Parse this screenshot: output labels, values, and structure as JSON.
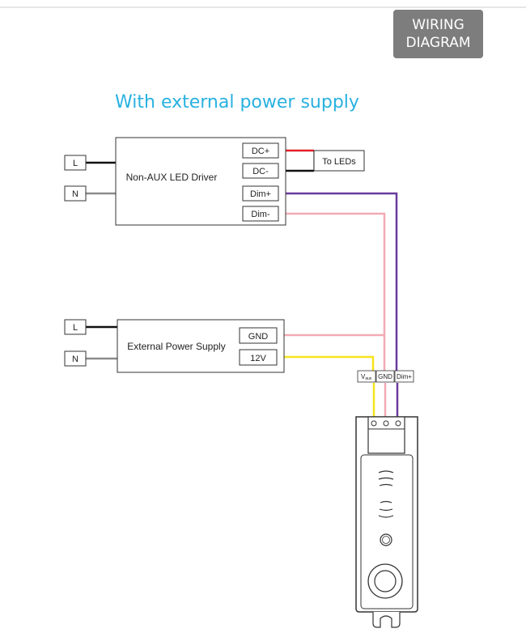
{
  "badge": {
    "line1": "WIRING",
    "line2": "DIAGRAM"
  },
  "heading": "With external power supply",
  "driver": {
    "label": "Non-AUX LED Driver",
    "inputs": [
      "L",
      "N"
    ],
    "terminals": [
      "DC+",
      "DC-",
      "Dim+",
      "Dim-"
    ],
    "to_leds": "To LEDs"
  },
  "power_supply": {
    "label": "External Power Supply",
    "inputs": [
      "L",
      "N"
    ],
    "terminals": [
      "GND",
      "12V"
    ]
  },
  "dimmer": {
    "terminal_v": "V",
    "terminal_v_sub": "aux",
    "terminal_gnd": "GND",
    "terminal_dim": "Dim+"
  },
  "colors": {
    "heading": "#29b1e0",
    "badge_bg": "#7d7d7d",
    "wire_live": "#111111",
    "wire_neutral": "#8c8c8c",
    "wire_dc_plus": "#e21f26",
    "wire_dim_plus": "#6a3a9c",
    "wire_dim_minus": "#f2aab5",
    "wire_gnd": "#f2aab5",
    "wire_12v": "#f4e41c"
  }
}
